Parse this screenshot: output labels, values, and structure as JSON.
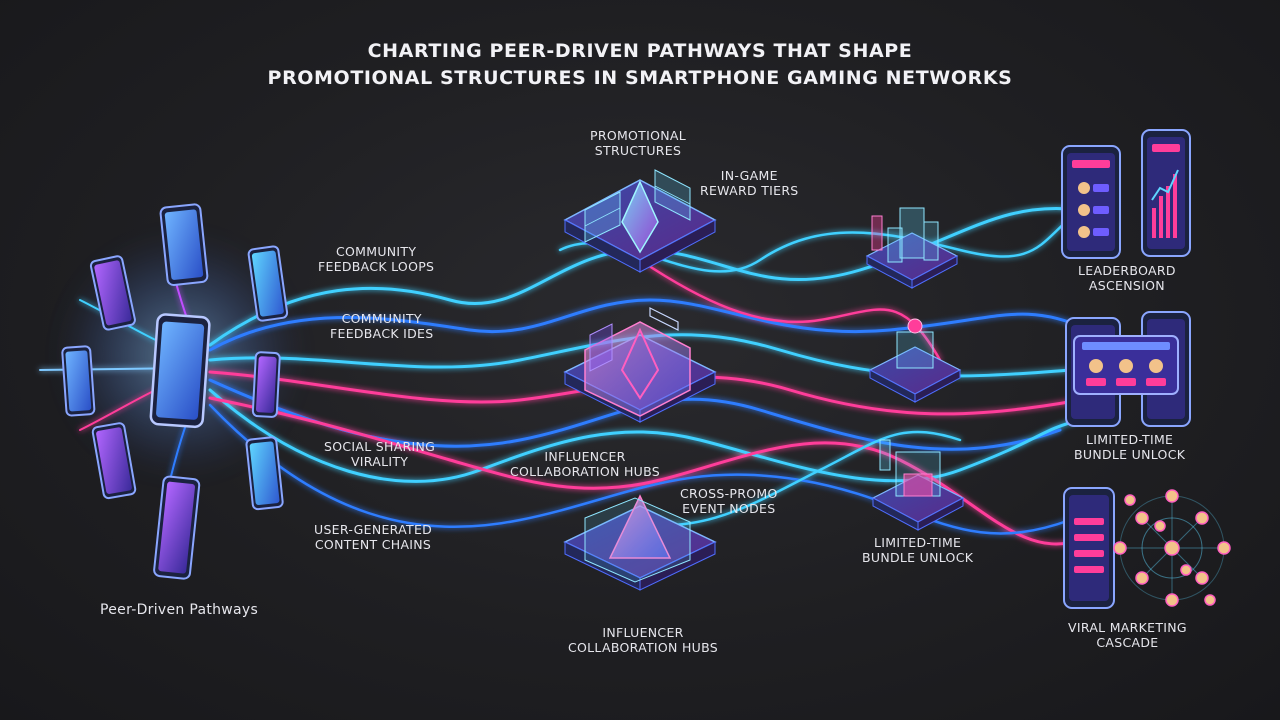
{
  "title": {
    "line1": "CHARTING PEER-DRIVEN PATHWAYS THAT SHAPE",
    "line2": "PROMOTIONAL STRUCTURES IN SMARTPHONE GAMING NETWORKS"
  },
  "labels": {
    "peer_driven_pathways": "Peer-Driven Pathways",
    "community_feedback_loops": [
      "COMMUNITY",
      "FEEDBACK LOOPS"
    ],
    "community_feedback_ides": [
      "COMMUNITY",
      "FEEDBACK IDES"
    ],
    "social_sharing_virality": [
      "SOCIAL SHARING",
      "VIRALITY"
    ],
    "user_generated_content_chains": [
      "USER-GENERATED",
      "CONTENT CHAINS"
    ],
    "promotional_structures": [
      "PROMOTIONAL",
      "STRUCTURES"
    ],
    "in_game_reward_tiers": [
      "IN-GAME",
      "REWARD TIERS"
    ],
    "influencer_collaboration_hubs_mid": [
      "INFLUENCER",
      "COLLABORATION HUBS"
    ],
    "cross_promo_event_nodes": [
      "CROSS-PROMO",
      "EVENT NODES"
    ],
    "influencer_collaboration_hubs_bottom": [
      "INFLUENCER",
      "COLLABORATION HUBS"
    ],
    "limited_time_bundle_unlock_mid": [
      "LIMITED-TIME",
      "BUNDLE UNLOCK"
    ],
    "leaderboard_ascension": [
      "LEADERBOARD",
      "ASCENSION"
    ],
    "limited_time_bundle_unlock_right": [
      "LIMITED-TIME",
      "BUNDLE UNLOCK"
    ],
    "viral_marketing_cascade": [
      "VIRAL MARKETING",
      "CASCADE"
    ]
  },
  "colors": {
    "cyan": "#3fd0ff",
    "blue": "#2f7dff",
    "pink": "#ff3d9a",
    "magenta": "#c04dff"
  }
}
